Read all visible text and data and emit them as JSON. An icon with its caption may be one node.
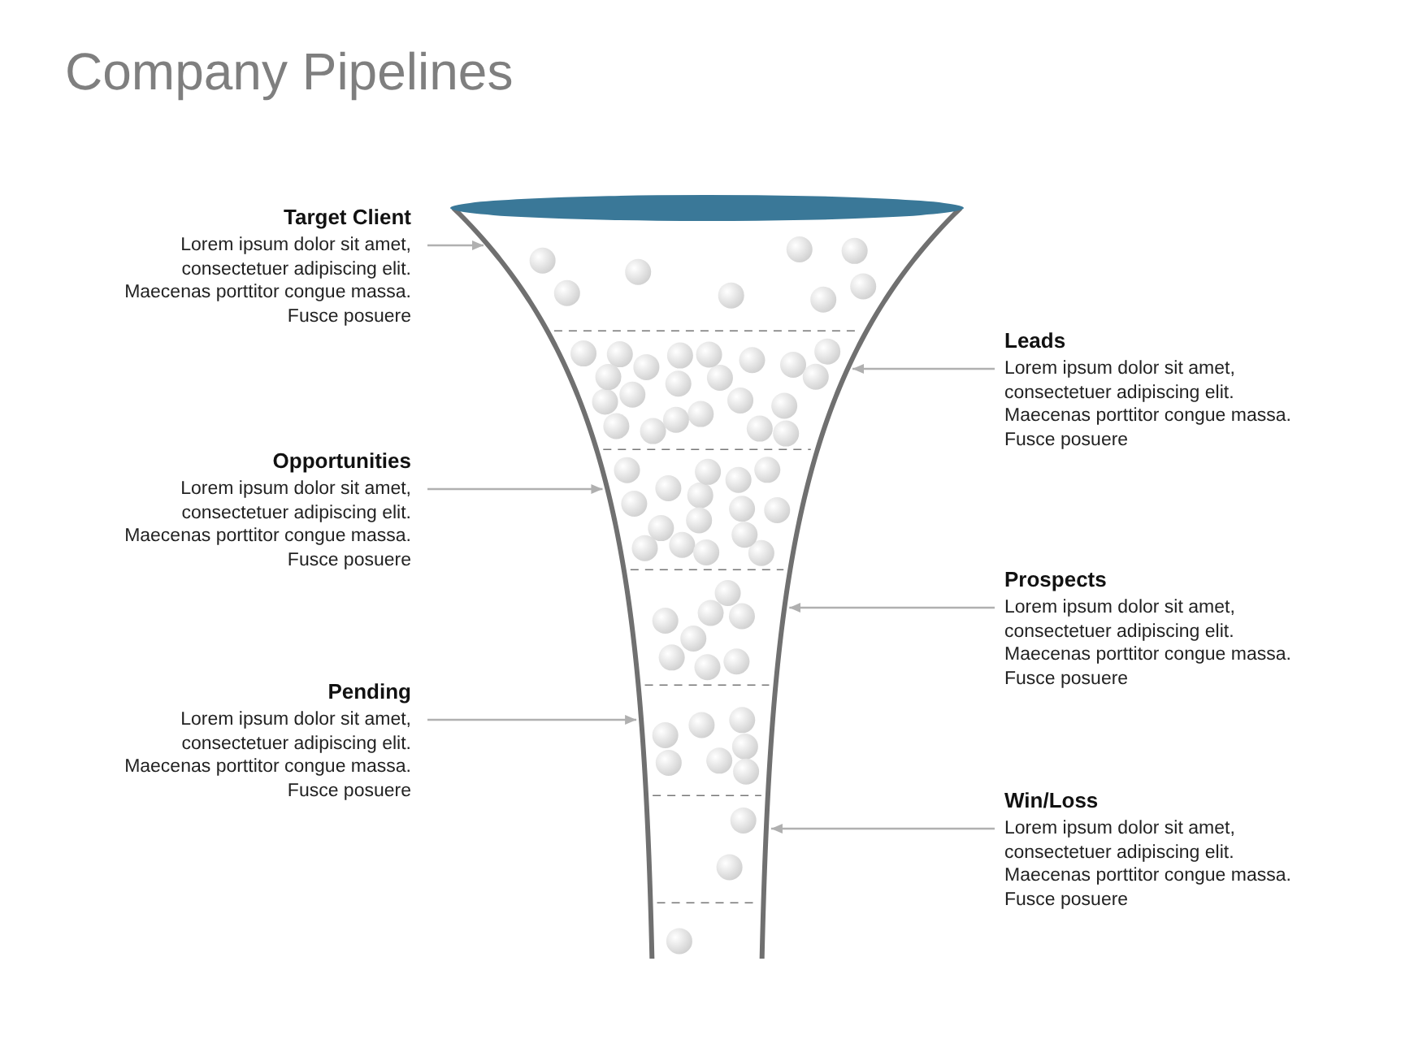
{
  "diagram": {
    "title": "Company Pipelines",
    "nodes": [
      {
        "text": [
          "Target Client",
          "Lorem ipsum dolor sit amet, consectetuer adipiscing elit. Maecenas porttitor congue massa. Fusce posuere"
        ]
      },
      {
        "text": [
          "Leads",
          "Lorem ipsum dolor sit amet, consectetuer adipiscing elit. Maecenas porttitor congue massa. Fusce posuere"
        ]
      },
      {
        "text": [
          "Opportunities",
          "Lorem ipsum dolor sit amet, consectetuer adipiscing elit. Maecenas porttitor congue massa. Fusce posuere"
        ]
      },
      {
        "text": [
          "Prospects",
          "Lorem ipsum dolor sit amet, consectetuer adipiscing elit. Maecenas porttitor congue massa. Fusce posuere"
        ]
      },
      {
        "text": [
          "Pending",
          "Lorem ipsum dolor sit amet, consectetuer adipiscing elit. Maecenas porttitor congue massa. Fusce posuere"
        ]
      },
      {
        "text": [
          "Win/Loss",
          "Lorem ipsum dolor sit amet, consectetuer adipiscing elit. Maecenas porttitor congue massa. Fusce posuere"
        ]
      },
      {
        "text": [],
        "shape": "band"
      },
      {
        "text": [],
        "shape": "band"
      },
      {
        "text": [],
        "shape": "band"
      },
      {
        "text": [],
        "shape": "band"
      },
      {
        "text": [],
        "shape": "band"
      },
      {
        "text": [],
        "shape": "band"
      },
      {
        "text": [],
        "shape": "band"
      }
    ],
    "edges": [
      {
        "from": 0,
        "to": 6,
        "arrow": "to"
      },
      {
        "from": 1,
        "to": 7,
        "arrow": "to"
      },
      {
        "from": 2,
        "to": 8,
        "arrow": "to"
      },
      {
        "from": 3,
        "to": 9,
        "arrow": "to"
      },
      {
        "from": 4,
        "to": 10,
        "arrow": "to"
      },
      {
        "from": 5,
        "to": 11,
        "arrow": "to"
      }
    ]
  }
}
